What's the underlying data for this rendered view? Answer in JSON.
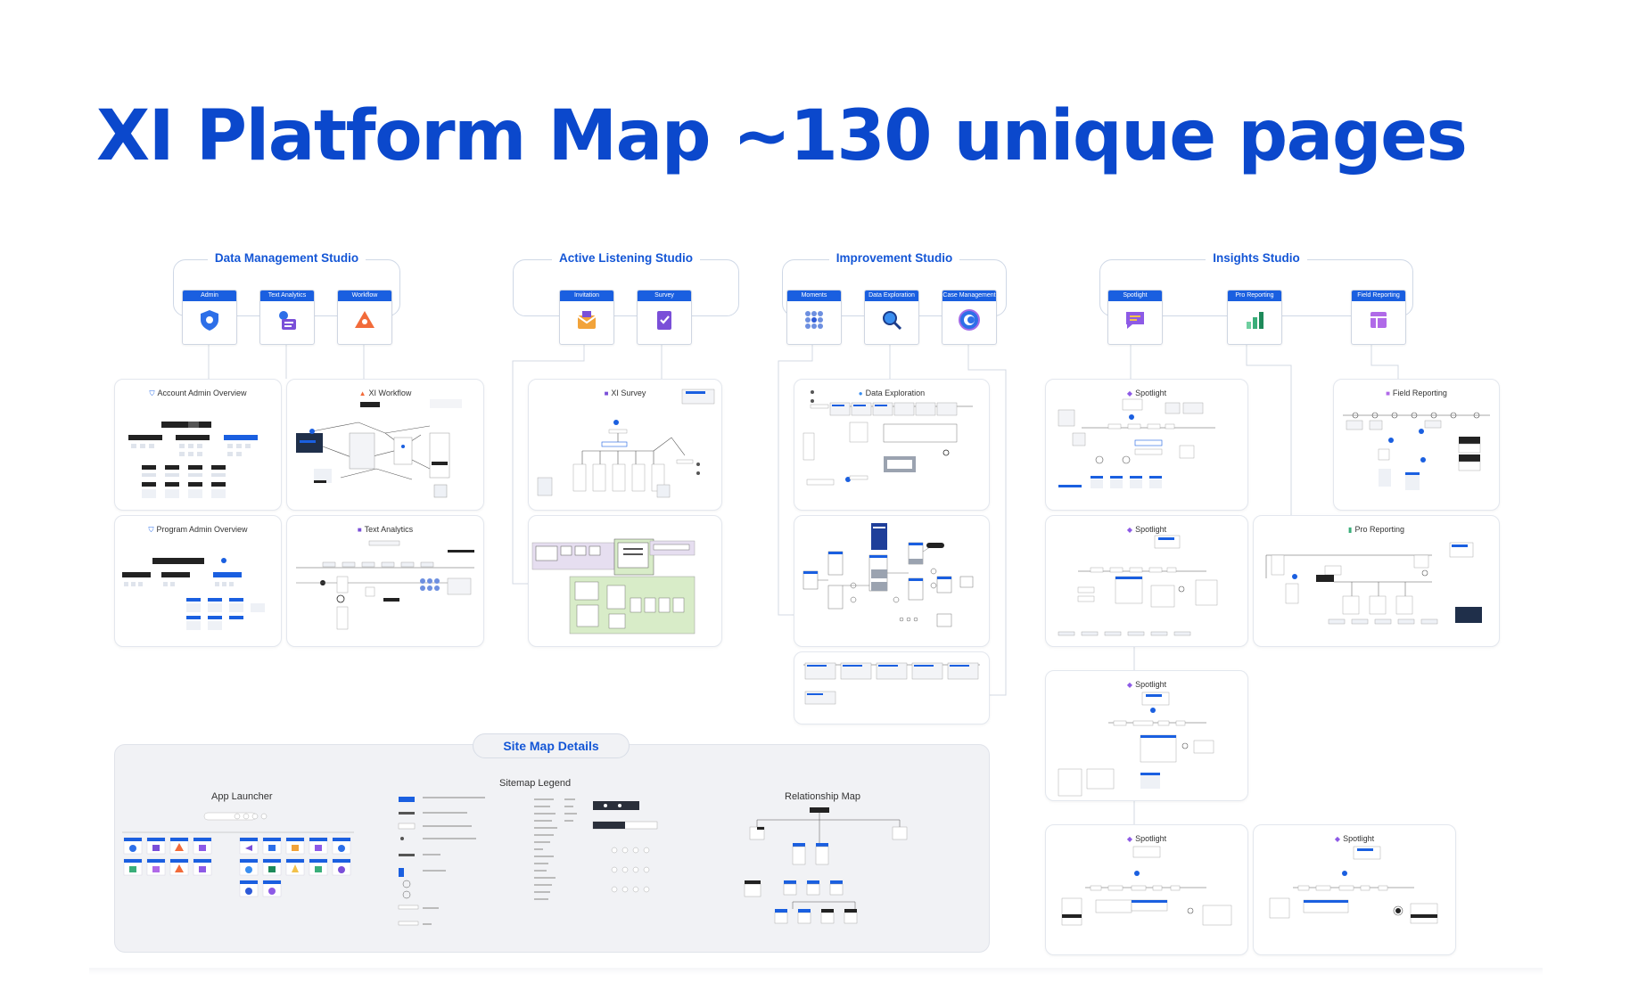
{
  "title": "XI Platform Map ~130 unique pages",
  "studios": {
    "data_management": {
      "title": "Data Management Studio",
      "apps": [
        "Admin",
        "Text Analytics",
        "Workflow"
      ]
    },
    "active_listening": {
      "title": "Active Listening Studio",
      "apps": [
        "Invitation",
        "Survey"
      ]
    },
    "improvement": {
      "title": "Improvement Studio",
      "apps": [
        "Moments",
        "Data Exploration",
        "Case Management"
      ]
    },
    "insights": {
      "title": "Insights Studio",
      "apps": [
        "Spotlight",
        "Pro Reporting",
        "Field Reporting"
      ]
    }
  },
  "panels": {
    "account_admin": "Account Admin Overview",
    "xi_workflow": "XI Workflow",
    "program_admin": "Program Admin Overview",
    "text_analytics": "Text Analytics",
    "xi_survey": "XI Survey",
    "data_exploration": "Data Exploration",
    "spotlight": "Spotlight",
    "field_reporting": "Field Reporting",
    "pro_reporting": "Pro Reporting"
  },
  "details": {
    "title": "Site Map Details",
    "app_launcher": "App Launcher",
    "sitemap_legend": "Sitemap Legend",
    "relationship_map": "Relationship Map"
  },
  "colors": {
    "brand": "#0b48cc",
    "accent": "#1a5fe0",
    "mint": "#d8ecc8",
    "lavender": "#e6def0"
  }
}
